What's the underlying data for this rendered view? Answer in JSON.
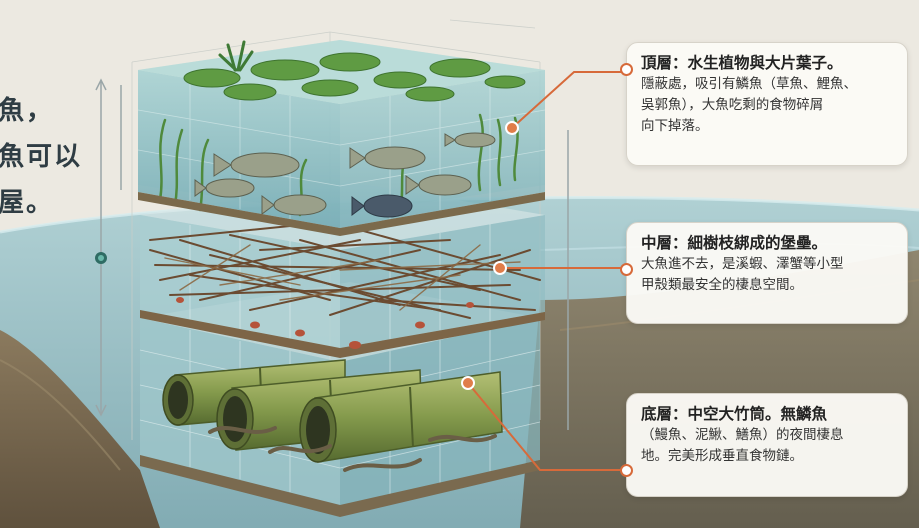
{
  "left_text": [
    "魚，",
    "魚可以",
    "屋。"
  ],
  "callouts": [
    {
      "title": "頂層：水生植物與大片葉子。",
      "lines": [
        "隱蔽處，吸引有鱗魚（草魚、鯉魚、",
        "吳郭魚），大魚吃剩的食物碎屑",
        "向下掉落。"
      ]
    },
    {
      "title": "中層：細樹枝綁成的堡壘。",
      "lines": [
        "大魚進不去，是溪蝦、澤蟹等小型",
        "甲殼類最安全的棲息空間。"
      ]
    },
    {
      "title": "底層：中空大竹筒。無鱗魚",
      "lines": [
        "（鰻魚、泥鰍、鱔魚）的夜間棲息",
        "地。完美形成垂直食物鏈。"
      ]
    }
  ],
  "colors": {
    "background": "#ece9e1",
    "water": "#7fb6c2",
    "accent": "#d76a3a",
    "plant": "#4f8a3c",
    "twig": "#6b4b31",
    "bamboo": "#7f9a4e"
  }
}
